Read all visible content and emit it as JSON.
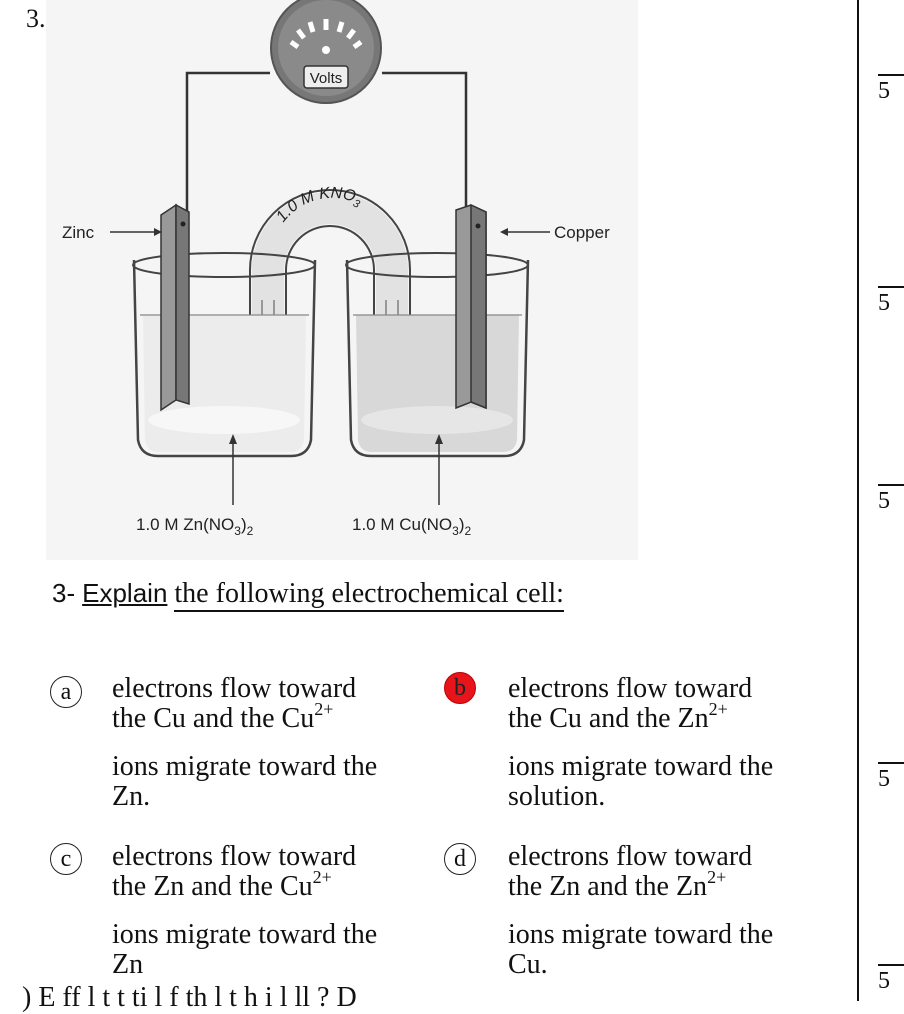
{
  "question_number": "3.",
  "figure": {
    "meter_label": "Volts",
    "bridge_label": "1.0 M KNO",
    "bridge_sub": "3",
    "left_electrode": "Zinc",
    "right_electrode": "Copper",
    "left_solution": "1.0 M  Zn(NO",
    "left_solution_sub1": "3",
    "left_solution_end": ")",
    "left_solution_sub2": "2",
    "right_solution": "1.0 M  Cu(NO",
    "right_solution_sub1": "3",
    "right_solution_end": ")",
    "right_solution_sub2": "2"
  },
  "prompt": {
    "number": "3-",
    "verb": "Explain",
    "rest": "the following electrochemical cell:"
  },
  "choices": [
    {
      "letter": "a",
      "selected": false,
      "line1": "electrons flow toward",
      "line2a": "the Cu and the Cu",
      "sup": "2+",
      "line3": "ions migrate toward the",
      "line4": "Zn."
    },
    {
      "letter": "b",
      "selected": true,
      "line1": "electrons flow toward",
      "line2a": "the Cu and the Zn",
      "sup": "2+",
      "line3": "ions migrate toward the",
      "line4": "solution."
    },
    {
      "letter": "c",
      "selected": false,
      "line1": "electrons flow toward",
      "line2a": "the Zn and the Cu",
      "sup": "2+",
      "line3": "ions migrate toward the",
      "line4": "Zn"
    },
    {
      "letter": "d",
      "selected": false,
      "line1": "electrons flow toward",
      "line2a": "the Zn and the Zn",
      "sup": "2+",
      "line3": "ions migrate toward the",
      "line4": "Cu."
    }
  ],
  "scores": [
    "5",
    "5",
    "5",
    "5",
    "5"
  ],
  "colors": {
    "selected": "#e8141b",
    "left_solution": "#e9e9e9",
    "right_solution": "#d6d6d6"
  },
  "bottom_cut_text": ") E         ff   l   t     t   ti l  f th     l  t   h  i  l   ll ? D"
}
